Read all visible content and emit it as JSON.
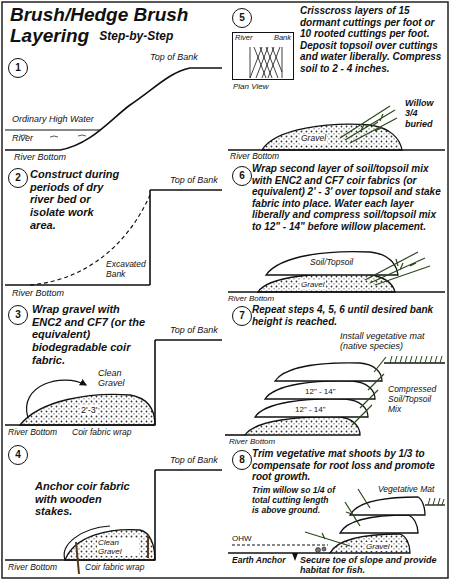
{
  "diagram": {
    "title": "Brush/Hedge Brush Layering",
    "nodes": [
      {
        "text": [
          "1"
        ]
      },
      {
        "text": [
          "2"
        ]
      },
      {
        "text": [
          "3"
        ]
      },
      {
        "text": [
          "4"
        ]
      },
      {
        "text": [
          "5"
        ]
      },
      {
        "text": [
          "6"
        ]
      },
      {
        "text": [
          "7"
        ]
      },
      {
        "text": [
          "8"
        ]
      },
      {
        "text": [
          "River",
          "Bank",
          "Plan View"
        ]
      }
    ],
    "labels": [
      "Step-by-Step",
      "Top of Bank",
      "Ordinary High Water",
      "River",
      "River Bottom",
      "Construct during periods of dry river bed or isolate work area.",
      "Top of Bank",
      "Excavated Bank",
      "River Bottom",
      "Wrap gravel with ENC2 and CF7 (or the equivalent) biodegradable coir fabric.",
      "Top of Bank",
      "Clean Gravel",
      "2'-3'",
      "Coir fabric wrap",
      "River Bottom",
      "Top of Bank",
      "Anchor coir fabric with wooden stakes.",
      "Clean Gravel",
      "Coir fabric wrap",
      "River Bottom",
      "Crisscross layers of 15 dormant cuttings per foot or 10 rooted cuttings per foot. Deposit topsoil over cuttings and water liberally. Compress soil to 2 - 4 inches.",
      "Willow 3/4 buried",
      "Gravel",
      "River Bottom",
      "Wrap second layer of soil/topsoil mix with ENC2 and CF7 coir fabrics (or equivalent) 2' - 3' over topsoil and stake fabric into place. Water each layer liberally and compress soil/topsoil mix to 12\" - 14\" before willow placement.",
      "Soil/Topsoil",
      "Gravel",
      "River Bottom",
      "Repeat steps 4, 5, 6 until desired bank height is reached.",
      "Install vegetative mat (native species)",
      "12\" - 14\"",
      "12\" - 14\"",
      "Compressed Soil/Topsoil Mix",
      "River Bottom",
      "Trim vegetative mat shoots by 1/3 to compensate for root loss and promote root growth.",
      "Vegetative Mat",
      "Trim willow so 1/4 of total cutting length is above ground.",
      "OHW",
      "Gravel",
      "Earth Anchor",
      "Secure toe of slope and provide habitat for fish."
    ]
  }
}
